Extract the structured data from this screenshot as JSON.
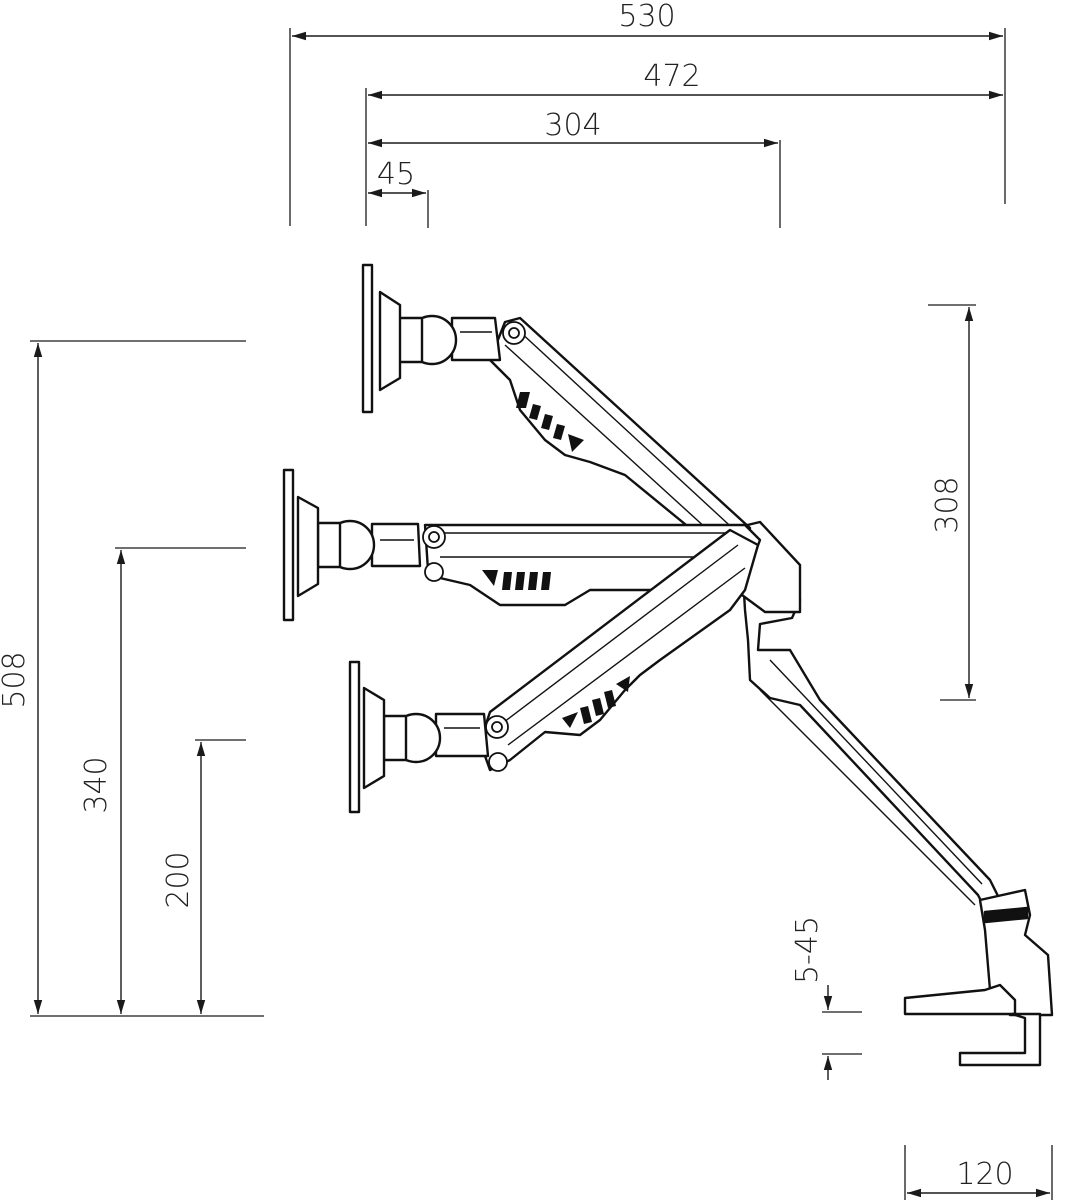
{
  "diagram": {
    "subject": "monitor arm dimension drawing",
    "units_note": "",
    "dimensions": {
      "overall_reach": "530",
      "max_extension": "472",
      "mid_extension": "304",
      "min_offset": "45",
      "max_height": "508",
      "mid_height": "340",
      "min_height": "200",
      "arm_lift_range": "308",
      "clamp_thickness": "5-45",
      "base_width": "120"
    }
  }
}
